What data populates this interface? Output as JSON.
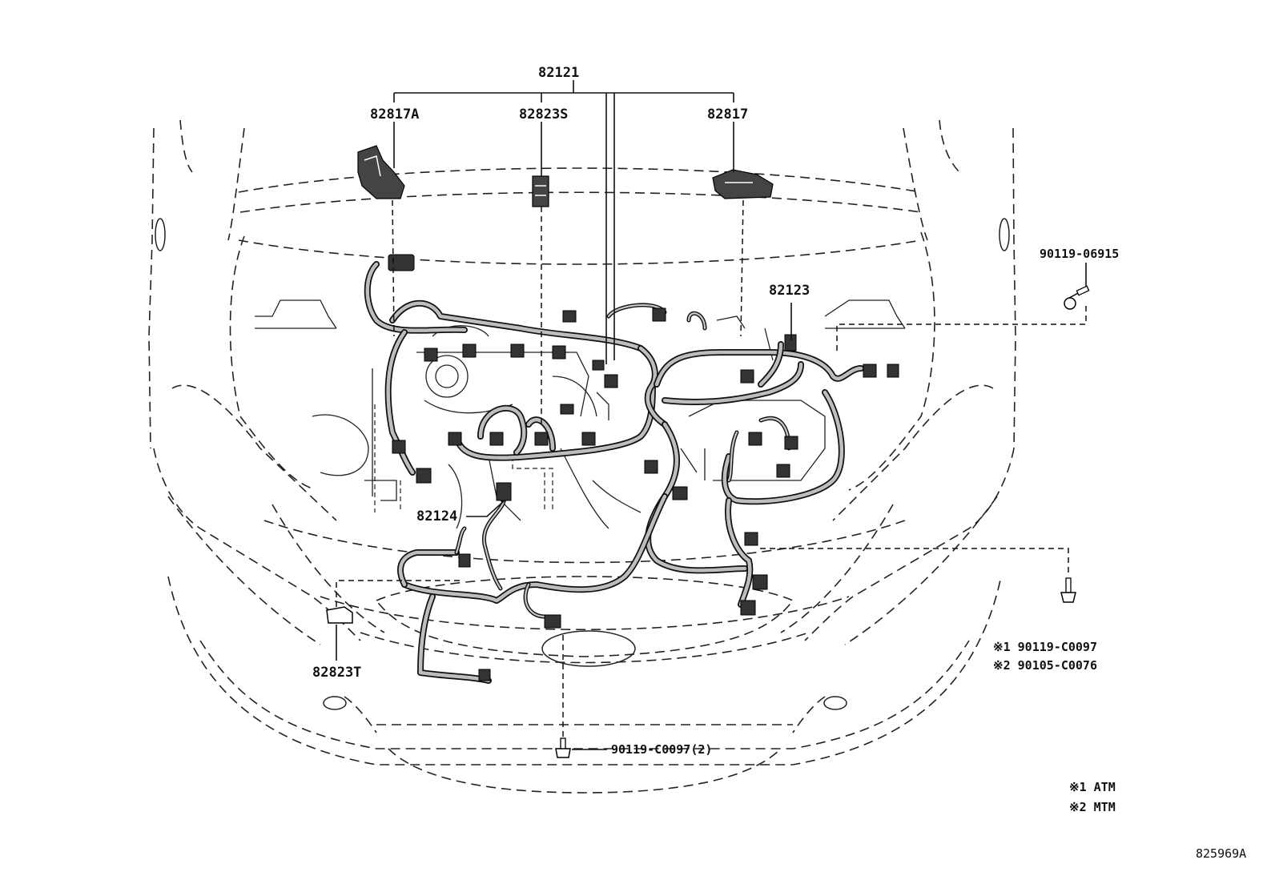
{
  "labels": {
    "main_harness": "82121",
    "clip_a": "82817A",
    "clip_s": "82823S",
    "clip_b": "82817",
    "engine_wire": "82123",
    "bolt_top": "90119-06915",
    "sub_wire": "82124",
    "clip_t": "82823T",
    "bolt_atm": "※1 90119-C0097",
    "bolt_mtm": "※2 90105-C0076",
    "bolt_bottom": "90119-C0097(2)",
    "note_atm": "※1 ATM",
    "note_mtm": "※2 MTM",
    "ref_code": "825969A"
  }
}
